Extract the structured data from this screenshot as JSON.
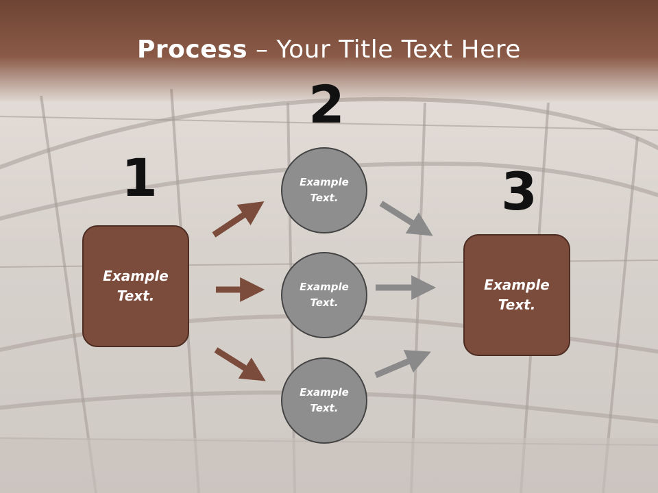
{
  "slide": {
    "title_bold": "Process",
    "title_rest": " – Your Title Text Here"
  },
  "steps": {
    "one": "1",
    "two": "2",
    "three": "3"
  },
  "nodes": {
    "left_box": "Example\nText.",
    "circle_top": "Example\nText.",
    "circle_middle": "Example\nText.",
    "circle_bottom": "Example\nText.",
    "right_box": "Example\nText."
  },
  "colors": {
    "header": "#8a5a47",
    "box_fill": "#7b4b3b",
    "circle_fill": "#8e8e8e",
    "arrow_brown": "#7b4b3b",
    "arrow_gray": "#8a8a8a"
  }
}
